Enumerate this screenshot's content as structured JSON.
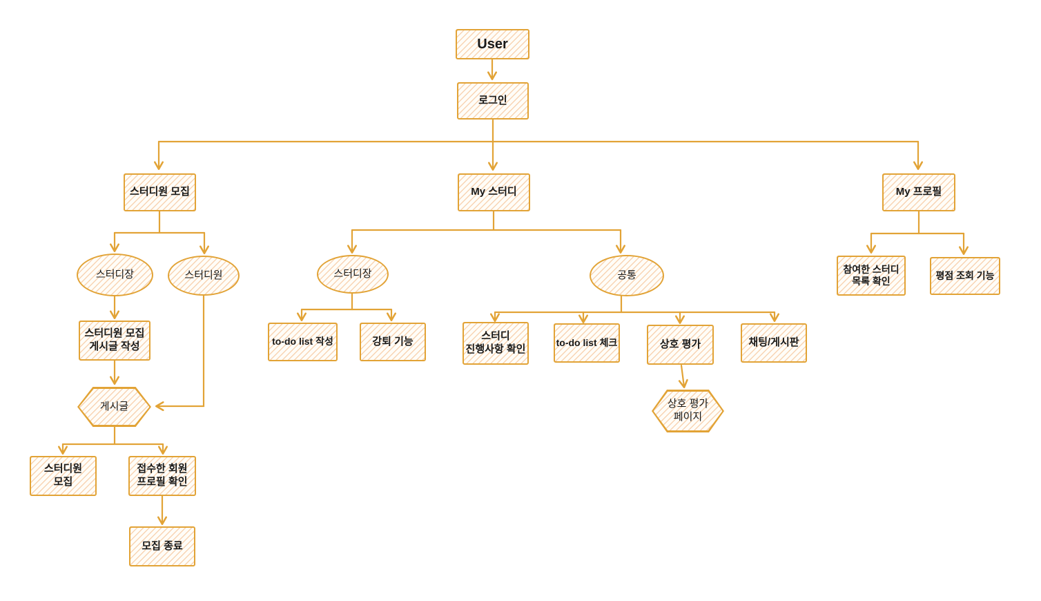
{
  "diagram": {
    "app": "study-service-user-flowchart",
    "colors": {
      "stroke": "#E2A336",
      "hatch_line": "#F2B27A",
      "shape_bg": "#FFFDF8",
      "text": "#181818",
      "canvas_bg": "#FFFFFF"
    },
    "nodes": {
      "user": {
        "shape": "rect",
        "label": "User"
      },
      "login": {
        "shape": "rect",
        "label": "로그인"
      },
      "recruit": {
        "shape": "rect",
        "label": "스터디원 모집"
      },
      "my_study": {
        "shape": "rect",
        "label": "My 스터디"
      },
      "my_profile": {
        "shape": "rect",
        "label": "My 프로필"
      },
      "leader_recruit": {
        "shape": "ellipse",
        "label": "스터디장"
      },
      "member": {
        "shape": "ellipse",
        "label": "스터디원"
      },
      "write_post": {
        "shape": "rect",
        "label": "스터디원 모집\n게시글 작성"
      },
      "post": {
        "shape": "hexagon",
        "label": "게시글"
      },
      "recruit_members": {
        "shape": "rect",
        "label": "스터디원\n모집"
      },
      "check_profiles": {
        "shape": "rect",
        "label": "접수한 회원\n프로필 확인"
      },
      "end_recruit": {
        "shape": "rect",
        "label": "모집 종료"
      },
      "leader_study": {
        "shape": "ellipse",
        "label": "스터디장"
      },
      "common": {
        "shape": "ellipse",
        "label": "공통"
      },
      "todo_write": {
        "shape": "rect",
        "label": "to-do list 작성"
      },
      "kick": {
        "shape": "rect",
        "label": "강퇴 기능"
      },
      "progress": {
        "shape": "rect",
        "label": "스터디\n진행사항 확인"
      },
      "todo_check": {
        "shape": "rect",
        "label": "to-do list 체크"
      },
      "mutual_eval": {
        "shape": "rect",
        "label": "상호 평가"
      },
      "chat_board": {
        "shape": "rect",
        "label": "채팅/게시판"
      },
      "eval_page": {
        "shape": "hexagon",
        "label": "상호 평가\n페이지"
      },
      "joined_list": {
        "shape": "rect",
        "label": "참여한 스터디\n목록 확인"
      },
      "rating_check": {
        "shape": "rect",
        "label": "평점 조회 기능"
      }
    }
  }
}
